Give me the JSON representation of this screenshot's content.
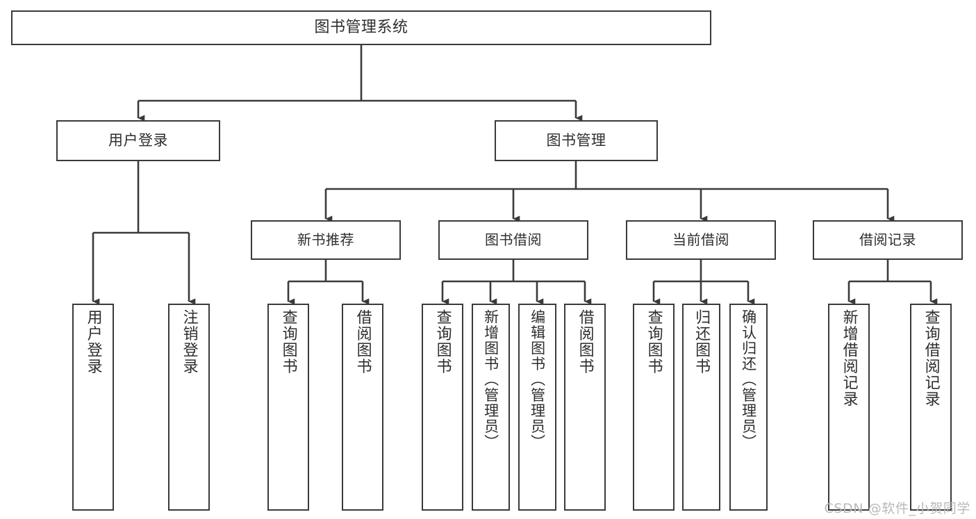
{
  "diagram": {
    "type": "tree-hierarchy",
    "title": "图书管理系统",
    "root": {
      "label": "图书管理系统"
    },
    "level2": [
      {
        "id": "user-login",
        "label": "用户登录"
      },
      {
        "id": "book-management",
        "label": "图书管理"
      }
    ],
    "level3": [
      {
        "id": "new-book-recommend",
        "label": "新书推荐",
        "parent": "book-management"
      },
      {
        "id": "book-borrow",
        "label": "图书借阅",
        "parent": "book-management"
      },
      {
        "id": "current-borrow",
        "label": "当前借阅",
        "parent": "book-management"
      },
      {
        "id": "borrow-record",
        "label": "借阅记录",
        "parent": "book-management"
      }
    ],
    "leaves": [
      {
        "id": "leaf-user-login",
        "label": "用户登录",
        "parent": "user-login"
      },
      {
        "id": "leaf-logout-login",
        "label": "注销登录",
        "parent": "user-login"
      },
      {
        "id": "leaf-query-book-1",
        "label": "查询图书",
        "parent": "new-book-recommend"
      },
      {
        "id": "leaf-borrow-book-1",
        "label": "借阅图书",
        "parent": "new-book-recommend"
      },
      {
        "id": "leaf-query-book-2",
        "label": "查询图书",
        "parent": "book-borrow"
      },
      {
        "id": "leaf-add-book",
        "label": "新增图书（管理员）",
        "parent": "book-borrow"
      },
      {
        "id": "leaf-edit-book",
        "label": "编辑图书（管理员）",
        "parent": "book-borrow"
      },
      {
        "id": "leaf-borrow-book-2",
        "label": "借阅图书",
        "parent": "book-borrow"
      },
      {
        "id": "leaf-query-book-3",
        "label": "查询图书",
        "parent": "current-borrow"
      },
      {
        "id": "leaf-return-book",
        "label": "归还图书",
        "parent": "current-borrow"
      },
      {
        "id": "leaf-confirm-return",
        "label": "确认归还（管理员）",
        "parent": "current-borrow"
      },
      {
        "id": "leaf-add-record",
        "label": "新增借阅记录",
        "parent": "borrow-record"
      },
      {
        "id": "leaf-query-record",
        "label": "查询借阅记录",
        "parent": "borrow-record"
      }
    ],
    "colors": {
      "box_border": "#3a3a3a",
      "box_fill": "#ffffff",
      "connector": "#3a3a3a",
      "text": "#2e2e2e",
      "watermark": "#b9b9b9",
      "background": "#ffffff"
    }
  },
  "watermark": {
    "text": "CSDN @软件_小贺同学"
  }
}
